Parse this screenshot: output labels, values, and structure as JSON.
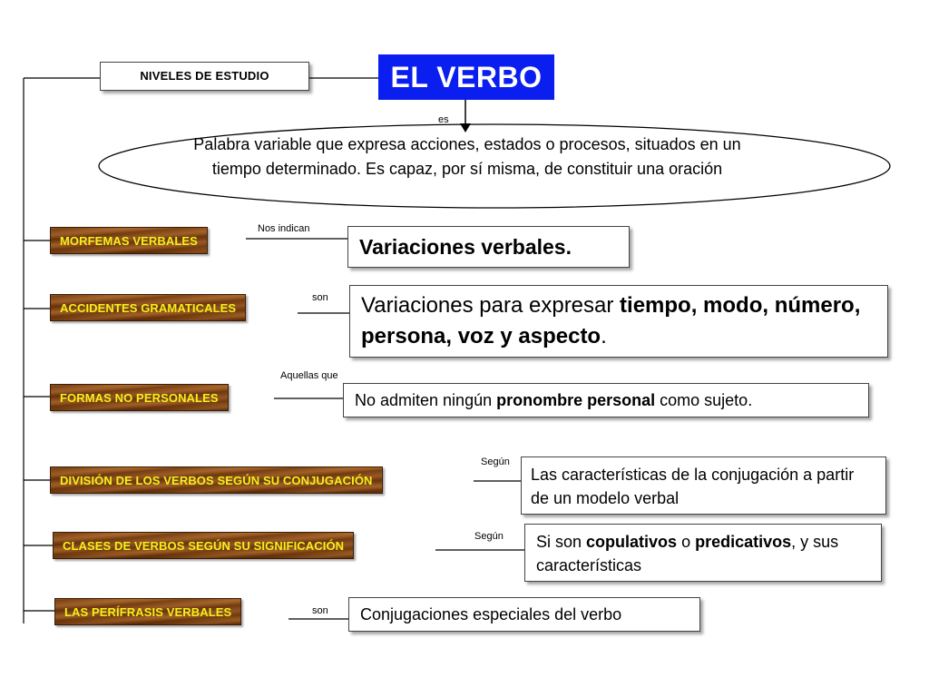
{
  "title": "EL VERBO",
  "niveles_label": "NIVELES DE ESTUDIO",
  "definition": {
    "connector": "es",
    "text": "Palabra variable que expresa acciones, estados o procesos, situados en un tiempo determinado. Es capaz, por sí misma, de constituir una oración"
  },
  "rows": [
    {
      "category": "MORFEMAS VERBALES",
      "connector": "Nos indican",
      "answer_parts": [
        {
          "t": "Variaciones verbales.",
          "b": true
        }
      ]
    },
    {
      "category": "ACCIDENTES GRAMATICALES",
      "connector": "son",
      "answer_parts": [
        {
          "t": "Variaciones para expresar ",
          "b": false
        },
        {
          "t": "tiempo, modo, número, persona, voz y aspecto",
          "b": true
        },
        {
          "t": ".",
          "b": false
        }
      ]
    },
    {
      "category": "FORMAS NO PERSONALES",
      "connector": "Aquellas que",
      "answer_parts": [
        {
          "t": "No admiten ningún ",
          "b": false
        },
        {
          "t": "pronombre personal",
          "b": true
        },
        {
          "t": " como sujeto.",
          "b": false
        }
      ]
    },
    {
      "category": "DIVISIÓN DE LOS VERBOS SEGÚN SU CONJUGACIÓN",
      "connector": "Según",
      "answer_parts": [
        {
          "t": "Las características de la conjugación a partir de un modelo verbal",
          "b": false
        }
      ]
    },
    {
      "category": "CLASES DE VERBOS SEGÚN SU SIGNIFICACIÓN",
      "connector": "Según",
      "answer_parts": [
        {
          "t": "Si son ",
          "b": false
        },
        {
          "t": "copulativos",
          "b": true
        },
        {
          "t": " o ",
          "b": false
        },
        {
          "t": "predicativos",
          "b": true
        },
        {
          "t": ", y sus características",
          "b": false
        }
      ]
    },
    {
      "category": "LAS PERÍFRASIS VERBALES",
      "connector": "son",
      "answer_parts": [
        {
          "t": "Conjugaciones especiales del verbo",
          "b": false
        }
      ]
    }
  ]
}
